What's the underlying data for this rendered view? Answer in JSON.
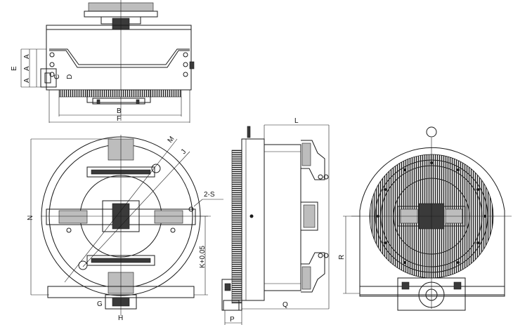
{
  "labels": {
    "E": "E",
    "A1": "A",
    "A2": "A",
    "A3": "A",
    "C": "C",
    "D": "D",
    "B": "B",
    "F": "F",
    "M": "M",
    "J": "J",
    "S": "2-S",
    "N": "N",
    "K": "K+0.05",
    "G": "G",
    "H": "H",
    "L": "L",
    "Q": "Q",
    "P": "P",
    "R": "R"
  }
}
